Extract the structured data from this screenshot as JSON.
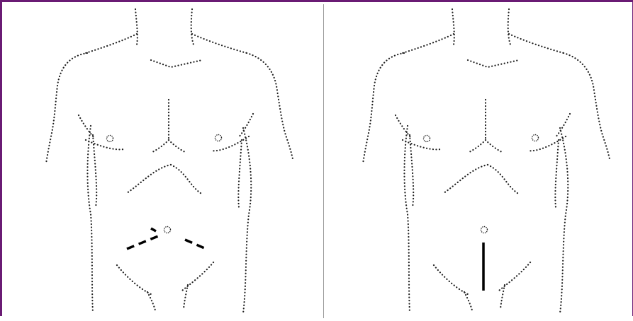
{
  "figure": {
    "panels": [
      {
        "id": "left",
        "incision_style": "two short dashed diagonal segments beside and below the navel"
      },
      {
        "id": "right",
        "incision_style": "single solid vertical line below the navel"
      }
    ],
    "colors": {
      "border": "#6a1b74",
      "divider": "#9a9a9a",
      "outline": "#222222",
      "incision": "#000000"
    }
  }
}
